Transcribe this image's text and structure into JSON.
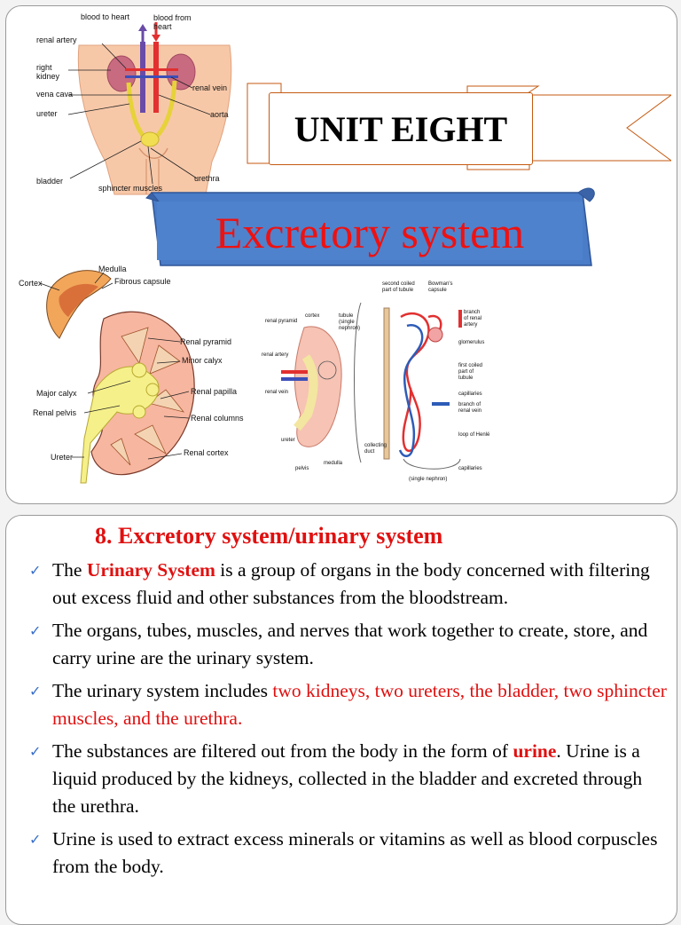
{
  "slide1": {
    "unit_title": "UNIT EIGHT",
    "banner_title": "Excretory system",
    "body_diagram": {
      "blood_to_heart": "blood to heart",
      "blood_from_heart": "blood from heart",
      "renal_artery": "renal artery",
      "right_kidney": "right kidney",
      "vena_cava": "vena cava",
      "ureter": "ureter",
      "renal_vein": "renal vein",
      "aorta": "aorta",
      "bladder": "bladder",
      "urethra": "urethra",
      "sphincter_muscles": "sphincter muscles"
    },
    "kidney_section": {
      "medulla": "Medulla",
      "cortex": "Cortex",
      "fibrous_capsule": "Fibrous capsule",
      "renal_pyramid": "Renal pyramid",
      "minor_calyx": "Minor calyx",
      "major_calyx": "Major calyx",
      "renal_papilla": "Renal papilla",
      "renal_pelvis": "Renal pelvis",
      "renal_columns": "Renal columns",
      "ureter": "Ureter",
      "renal_cortex": "Renal cortex"
    },
    "nephron_diagram": {
      "second_coiled": "second coiled part of tubule",
      "bowmans_capsule": "Bowman's capsule",
      "renal_pyramid": "renal pyramid",
      "cortex": "cortex",
      "tubule": "tubule (single nephron)",
      "branch_artery": "branch of renal artery",
      "renal_artery": "renal artery",
      "glomerulus": "glomerulus",
      "first_coiled": "first coiled part of tubule",
      "renal_vein": "renal vein",
      "capillaries": "capillaries",
      "branch_vein": "branch of renal vein",
      "loop": "loop of Henlé",
      "ureter": "ureter",
      "collecting_duct": "collecting duct",
      "capillaries2": "capillaries",
      "pelvis": "pelvis",
      "medulla": "medulla",
      "single_nephron": "(single nephron)"
    }
  },
  "slide2": {
    "section_title": "8. Excretory system/urinary system",
    "bullets": [
      {
        "pre": "The ",
        "em": "Urinary System",
        "post": " is a group of organs in the body concerned with filtering out excess fluid and other substances from the bloodstream."
      },
      {
        "text": "The organs, tubes, muscles, and nerves that work together to create, store, and carry urine are the urinary system."
      },
      {
        "pre": "The urinary system includes ",
        "em": "two kidneys, two ureters, the bladder, two sphincter muscles, and the urethra."
      },
      {
        "pre": "The substances are filtered out from the body in the form of ",
        "em": "urine",
        "post": ". Urine is a liquid produced by the kidneys, collected in the bladder and excreted through the urethra."
      },
      {
        "text": "Urine is used to extract excess minerals or vitamins as well as blood corpuscles from the body."
      }
    ]
  }
}
